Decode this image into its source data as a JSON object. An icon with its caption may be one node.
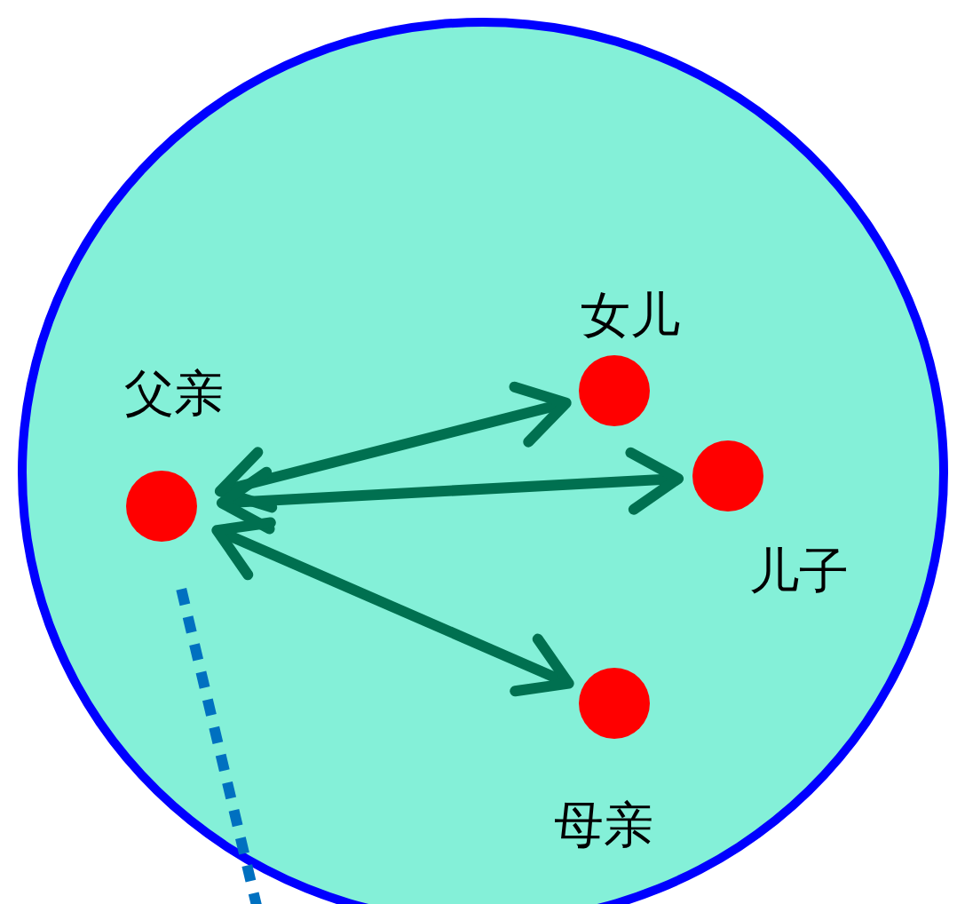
{
  "diagram": {
    "nodes": [
      {
        "text": [],
        "shape": "circle"
      },
      {
        "text": [],
        "shape": "circle",
        "in": 0,
        "beside": [
          "父亲"
        ]
      },
      {
        "text": [],
        "shape": "circle",
        "in": 0,
        "beside": [
          "女儿"
        ]
      },
      {
        "text": [],
        "shape": "circle",
        "in": 0,
        "beside": [
          "儿子"
        ]
      },
      {
        "text": [],
        "shape": "circle",
        "in": 0,
        "beside": [
          "母亲"
        ]
      }
    ],
    "edges": [
      {
        "from": 1,
        "to": 2,
        "arrow": "both"
      },
      {
        "from": 1,
        "to": 3,
        "arrow": "both"
      },
      {
        "from": 1,
        "to": 4,
        "arrow": "both"
      },
      {
        "from": 1,
        "to": null,
        "arrow": "none",
        "style": "dashed",
        "color": "#0070c0"
      }
    ]
  }
}
